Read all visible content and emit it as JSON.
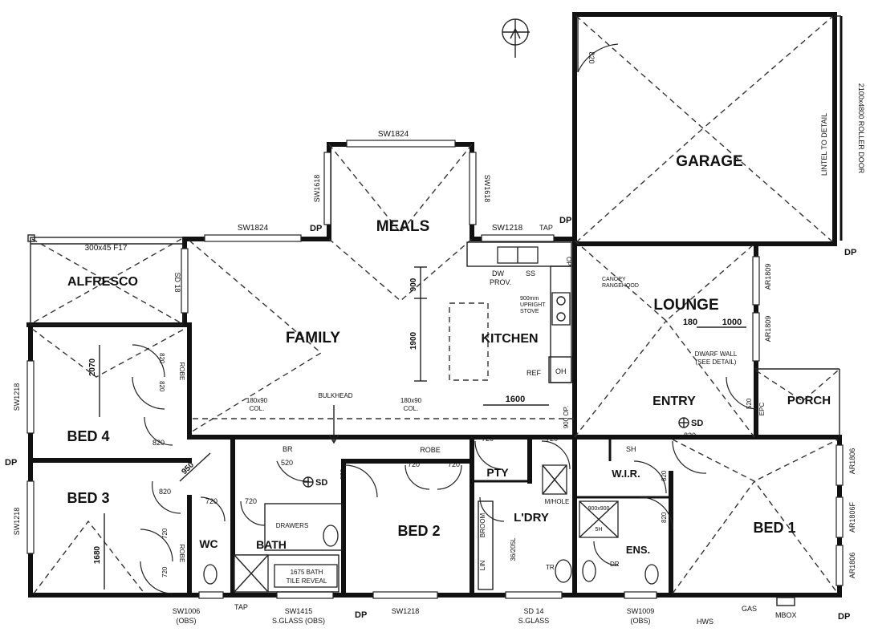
{
  "rooms": {
    "garage": "GARAGE",
    "meals": "MEALS",
    "alfresco": "ALFRESCO",
    "family": "FAMILY",
    "kitchen": "KITCHEN",
    "lounge": "LOUNGE",
    "entry": "ENTRY",
    "porch": "PORCH",
    "bed1": "BED 1",
    "bed2": "BED 2",
    "bed3": "BED 3",
    "bed4": "BED 4",
    "wc": "WC",
    "bath": "BATH",
    "ldry": "L'DRY",
    "pty": "PTY",
    "wir": "W.I.R.",
    "ens": "ENS."
  },
  "windows": {
    "sw1824_top": "SW1824",
    "sw1824_family": "SW1824",
    "sw1618_left": "SW1618",
    "sw1618_right": "SW1618",
    "sw1218_kitchen": "SW1218",
    "sd18": "SD 18",
    "sw1218_bed4": "SW1218",
    "sw1218_bed3": "SW1218",
    "ar1809_a": "AR1809",
    "ar1809_b": "AR1809",
    "ar1806_a": "AR1806",
    "ar1806f": "AR1806F",
    "ar1806_b": "AR1806",
    "sw1006": "SW1006",
    "sw1006_obs": "(OBS)",
    "sw1415": "SW1415",
    "sw1415_glass": "S.GLASS (OBS)",
    "sw1218_bottom": "SW1218",
    "sd14": "SD 14",
    "sd14_glass": "S.GLASS",
    "sw1009": "SW1009",
    "sw1009_obs": "(OBS)"
  },
  "labels": {
    "dp": "DP",
    "tap": "TAP",
    "hws": "HWS",
    "gas": "GAS",
    "mbox": "MBOX",
    "roller_door": "2100x4800 ROLLER DOOR",
    "lintel": "LINTEL TO DETAIL",
    "beam": "300x45 F17",
    "door_820": "820",
    "dw": "DW",
    "prov": "PROV.",
    "ss": "SS",
    "op": "OP",
    "canopy": "CANOPY",
    "rangehood": "RANGEHOOD",
    "stove1": "900mm",
    "stove2": "UPRIGHT",
    "stove3": "STOVE",
    "ref": "REF",
    "oh": "OH",
    "dwarf1": "DWARF WALL",
    "dwarf2": "(SEE DETAIL)",
    "bulkhead": "BULKHEAD",
    "col1a": "180x90",
    "col1b": "COL.",
    "col2a": "180x90",
    "col2b": "COL.",
    "sd": "SD",
    "robe": "ROBE",
    "lin": "LIN",
    "broom": "BROOM",
    "br": "BR",
    "br_dim": "520",
    "drawers": "DRAWERS",
    "bath_note1": "1675 BATH",
    "bath_note2": "TILE REVEAL",
    "shower_note": "900x900",
    "shower_note2": "5H",
    "sh": "SH",
    "mhole": "M/HOLE",
    "tr": "TR",
    "dr": "DR",
    "ldry_dim": "36/205L",
    "epc": "EPC",
    "d_520": "520",
    "d_900": "900",
    "d_1900": "1900",
    "d_2070": "2070",
    "d_1680": "1680",
    "d_1600": "1600",
    "d_180": "180",
    "d_1000": "1000",
    "d_950": "950",
    "d_720": "720",
    "d_900op": "900 OP."
  }
}
